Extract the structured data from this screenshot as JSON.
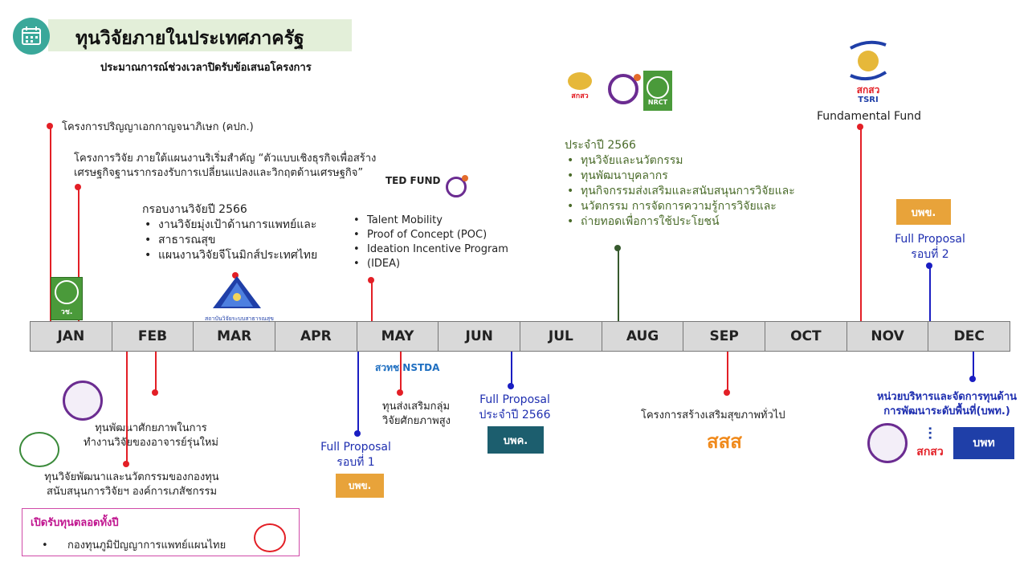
{
  "header": {
    "title": "ทุนวิจัยภายในประเทศภาครัฐ",
    "subtitle": "ประมาณการณ์ช่วงเวลาปิดรับข้อเสนอโครงการ"
  },
  "timeline": {
    "months": [
      "JAN",
      "FEB",
      "MAR",
      "APR",
      "MAY",
      "JUN",
      "JUL",
      "AUG",
      "SEP",
      "OCT",
      "NOV",
      "DEC"
    ]
  },
  "events": {
    "jan_phd": "โครงการปริญญาเอกกาญจนาภิเษก (คปก.)",
    "jan_research_1": "โครงการวิจัย ภายใต้แผนงานริเริ่มสำคัญ “ตัวแบบเชิงธุรกิจเพื่อสร้าง",
    "jan_research_2": "เศรษฐกิจฐานรากรองรับการเปลี่ยนแปลงและวิกฤตด้านเศรษฐกิจ”",
    "mar_title": "กรอบงานวิจัยปี 2566",
    "mar_items": [
      "งานวิจัยมุ่งเป้าด้านการแพทย์และ",
      "สาธารณสุข",
      "แผนงานวิจัยจีโนมิกส์ประเทศไทย"
    ],
    "may_items": [
      "Talent Mobility",
      "Proof of Concept (POC)",
      "Ideation Incentive Program",
      "(IDEA)"
    ],
    "aug_title": "ประจำปี 2566",
    "aug_items": [
      "ทุนวิจัยและนวัตกรรม",
      "ทุนพัฒนาบุคลากร",
      "ทุนกิจกรรมส่งเสริมและสนับสนุนการวิจัยและ",
      "นวัตกรรม การจัดการความรู้การวิจัยและ",
      "ถ่ายทอดเพื่อการใช้ประโยชน์"
    ],
    "nov_fund": "Fundamental Fund",
    "dec_round2_1": "Full Proposal",
    "dec_round2_2": "รอบที่ 2",
    "feb_young_1": "ทุนพัฒนาศักยภาพในการ",
    "feb_young_2": "ทำงานวิจัยของอาจารย์รุ่นใหม่",
    "feb_gpo_1": "ทุนวิจัยพัฒนาและนวัตกรรมของกองทุน",
    "feb_gpo_2": "สนับสนุนการวิจัยฯ องค์การเภสัชกรรม",
    "may_round1_1": "Full Proposal",
    "may_round1_2": "รอบที่ 1",
    "may_talent_1": "ทุนส่งเสริมกลุ่ม",
    "may_talent_2": "วิจัยศักยภาพสูง",
    "jun_prop_1": "Full Proposal",
    "jun_prop_2": "ประจำปี 2566",
    "sep_health": "โครงการสร้างเสริมสุขภาพทั่วไป",
    "dec_area_1": "หน่วยบริหารและจัดการทุนด้าน",
    "dec_area_2": "การพัฒนาระดับพื้นที่(บพท.)"
  },
  "all_year": {
    "title": "เปิดรับทุนตลอดทั้งปี",
    "item": "กองทุนภูมิปัญญาการแพทย์แผนไทย"
  },
  "logos": {
    "nrct": "วช.",
    "nrct_en": "NRCT",
    "tsri_th": "สกสว",
    "tsri_en": "TSRI",
    "pmu_b": "บพข.",
    "pmu_c": "บพค.",
    "pmu_a": "บพท",
    "ted": "TED FUND",
    "nstda": "สวทช NSTDA",
    "thaihealth": "สสส",
    "hsri": "สถาบันวิจัยระบบสาธารณสุข"
  },
  "colors": {
    "red": "#e31f26",
    "blue": "#1a1ec2",
    "green": "#375a2e",
    "title_bg": "#e3efd9",
    "accent": "#3aa89a"
  }
}
